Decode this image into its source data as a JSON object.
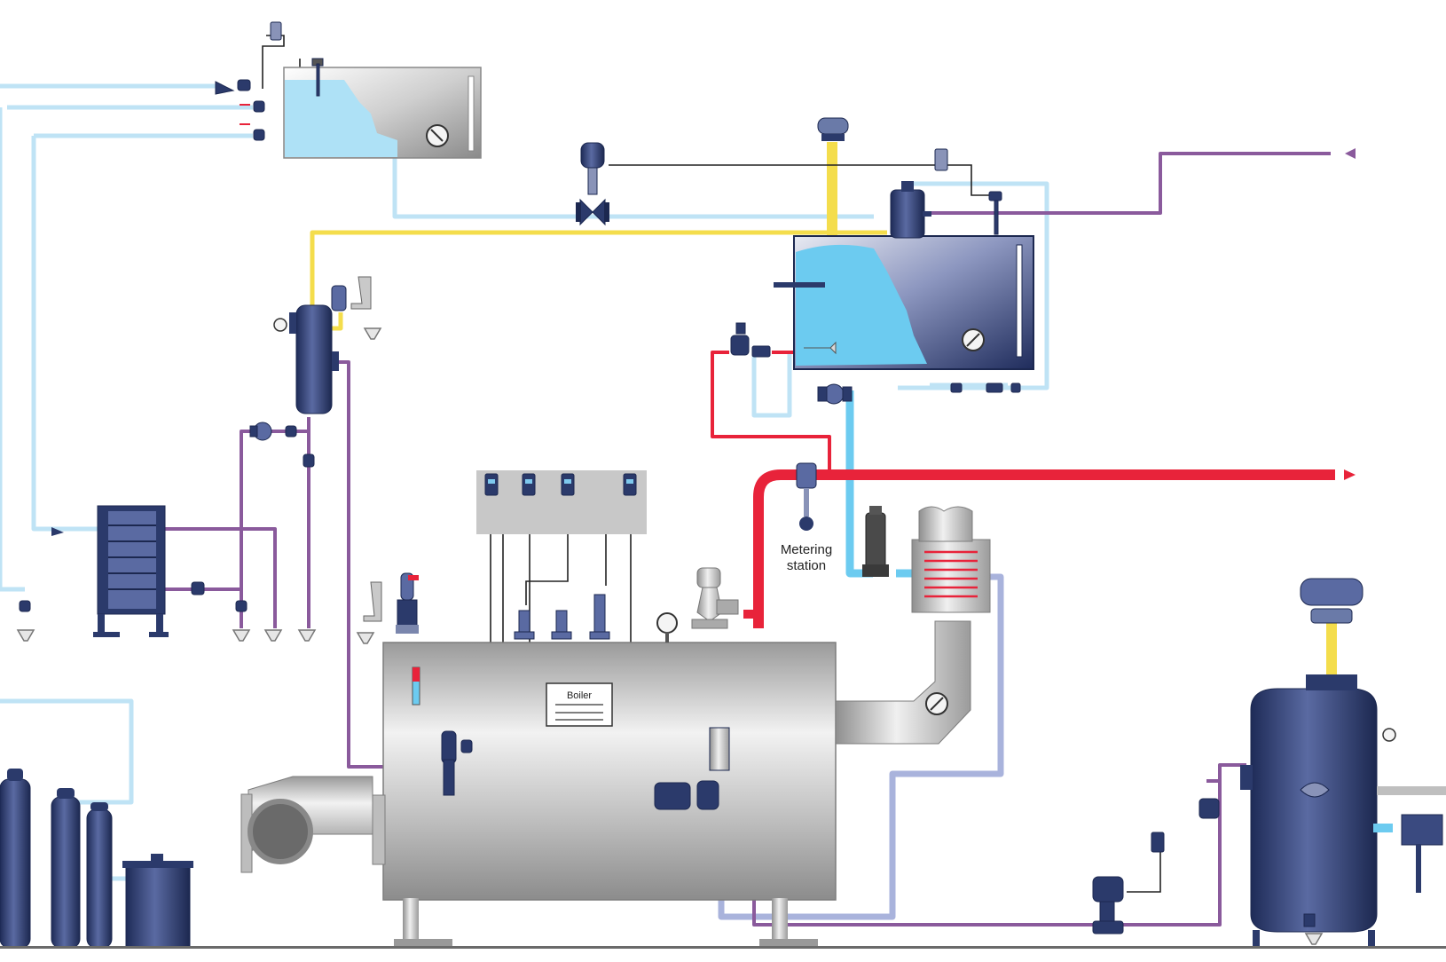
{
  "labels": {
    "metering_line1": "Metering",
    "metering_line2": "station",
    "boiler_plate": "Boiler"
  },
  "colors": {
    "background": "#ffffff",
    "cold_water": "#bfe3f5",
    "feed_water": "#6ccbf0",
    "steam": "#e8233a",
    "flash_steam": "#f4dd4c",
    "condensate": "#8a5a9c",
    "return_line": "#a9b3dc",
    "control_signal": "#222222",
    "equipment_navy": "#2b3a6b",
    "equipment_silver": "#c9c9c9",
    "panel_grey": "#c8c8c8",
    "water_fill": "#aee1f6"
  },
  "icons": {
    "steam_out_arrow": "arrow-right-icon",
    "condensate_in_arrow": "arrow-left-icon",
    "drain": "drain-funnel-icon",
    "gauge": "pressure-gauge-icon",
    "level_controller": "level-controller-icon"
  }
}
